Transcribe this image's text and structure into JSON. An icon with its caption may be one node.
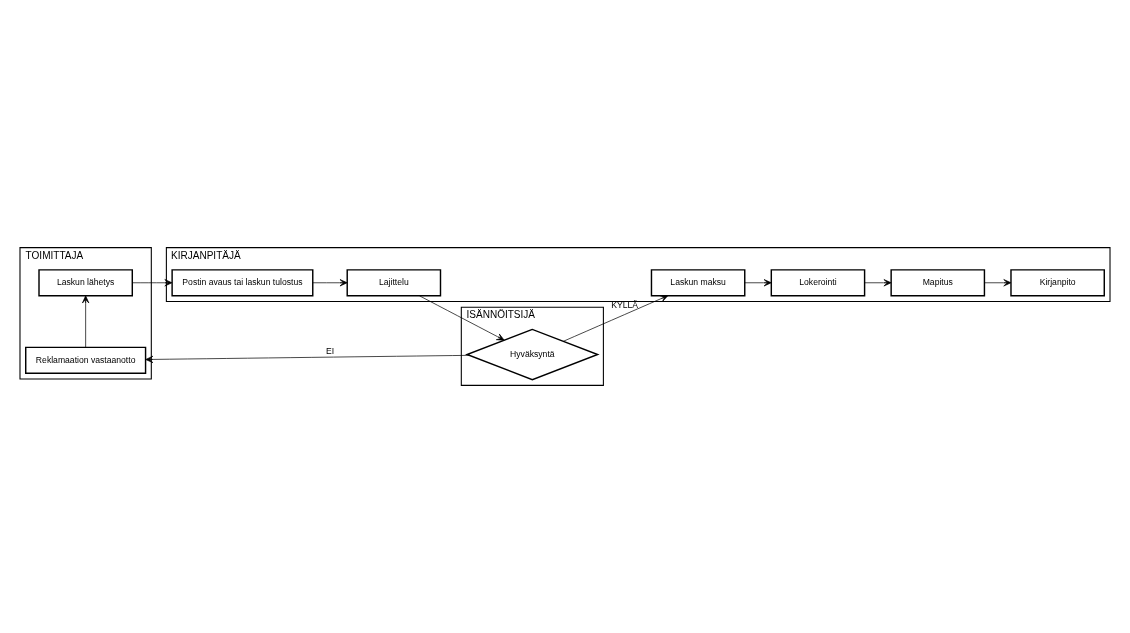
{
  "diagram": {
    "nodes": [
      {
        "text": [
          "TOIMITTAJA"
        ]
      },
      {
        "text": [
          "Laskun lähetys"
        ],
        "in": 0
      },
      {
        "text": [
          "Reklamaation vastaanotto"
        ],
        "in": 0
      },
      {
        "text": [
          "KIRJANPITÄJÄ"
        ]
      },
      {
        "text": [
          "Postin avaus tai laskun tulostus"
        ],
        "in": 3
      },
      {
        "text": [
          "Lajittelu"
        ],
        "in": 3
      },
      {
        "text": [
          "Laskun maksu"
        ],
        "in": 3
      },
      {
        "text": [
          "Lokerointi"
        ],
        "in": 3
      },
      {
        "text": [
          "Mapitus"
        ],
        "in": 3
      },
      {
        "text": [
          "Kirjanpito"
        ],
        "in": 3
      },
      {
        "text": [
          "ISÄNNÖITSIJÄ"
        ]
      },
      {
        "text": [
          "Hyväksyntä"
        ],
        "in": 10
      }
    ],
    "edges": [
      {
        "from": 2,
        "to": 1,
        "arrow": "to"
      },
      {
        "from": 1,
        "to": 4,
        "arrow": "to"
      },
      {
        "from": 4,
        "to": 5,
        "arrow": "to"
      },
      {
        "from": 5,
        "to": 11,
        "arrow": "to"
      },
      {
        "from": 11,
        "to": 2,
        "label": "EI",
        "arrow": "to"
      },
      {
        "from": 11,
        "to": 6,
        "label": "KYLLÄ",
        "arrow": "to"
      },
      {
        "from": 6,
        "to": 7,
        "arrow": "to"
      },
      {
        "from": 7,
        "to": 8,
        "arrow": "to"
      },
      {
        "from": 8,
        "to": 9,
        "arrow": "to"
      }
    ]
  }
}
